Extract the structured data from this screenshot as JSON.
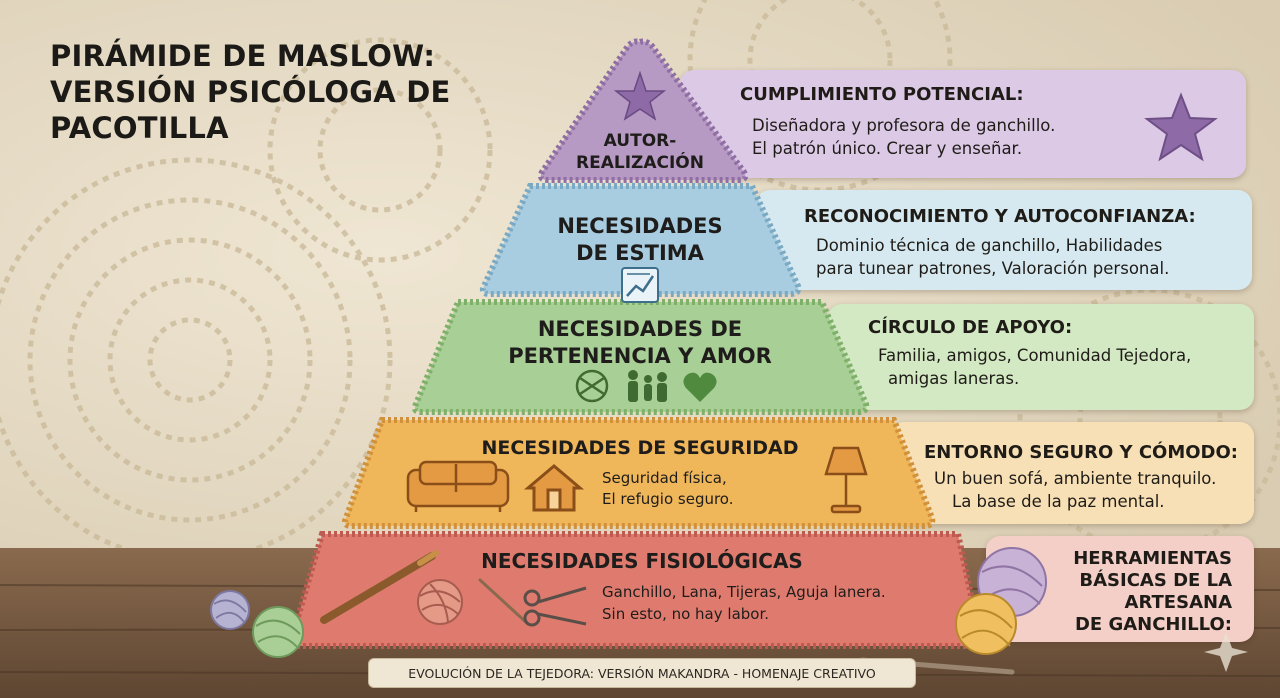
{
  "title": {
    "line1": "PIRÁMIDE DE MASLOW:",
    "line2": "VERSIÓN PSICÓLOGA DE",
    "line3": "PACOTILLA"
  },
  "tiers": {
    "self": {
      "line1": "AUTOR-",
      "line2": "REALIZACIÓN",
      "icon": "star-icon",
      "color": "#b79ac4"
    },
    "esteem": {
      "line1": "NECESIDADES",
      "line2": "DE ESTIMA",
      "icon": "chart-icon",
      "color": "#a9cde0"
    },
    "belonging": {
      "line1": "NECESIDADES DE",
      "line2": "PERTENENCIA Y AMOR",
      "icons": [
        "hands-icon",
        "family-icon",
        "heart-icon"
      ],
      "color": "#a8cf95"
    },
    "safety": {
      "heading": "NECESIDADES DE SEGURIDAD",
      "desc1": "Seguridad física,",
      "desc2": "El refugio seguro.",
      "icons": [
        "sofa-icon",
        "house-icon",
        "lamp-icon"
      ],
      "color": "#f0b65a"
    },
    "physio": {
      "heading": "NECESIDADES FISIOLÓGICAS",
      "desc1": "Ganchillo, Lana, Tijeras, Aguja lanera.",
      "desc2": "Sin esto, no hay labor.",
      "icons": [
        "crochet-hook-icon",
        "yarn-ball-icon",
        "needle-icon",
        "scissors-icon"
      ],
      "color": "#df7b6e"
    }
  },
  "panels": {
    "self": {
      "heading": "CUMPLIMIENTO POTENCIAL:",
      "line1": "Diseñadora y profesora de ganchillo.",
      "line2": "El patrón único. Crear y enseñar.",
      "color": "#dcc9e6"
    },
    "esteem": {
      "heading": "RECONOCIMIENTO Y AUTOCONFIANZA:",
      "line1": "Dominio técnica de ganchillo, Habilidades",
      "line2": "para tunear patrones, Valoración personal.",
      "color": "#d6e9f0"
    },
    "belonging": {
      "heading": "CÍRCULO DE APOYO:",
      "line1": "Familia, amigos, Comunidad Tejedora,",
      "line2": "amigas laneras.",
      "color": "#d3e9c4"
    },
    "safety": {
      "heading": "ENTORNO SEGURO Y CÓMODO:",
      "line1": "Un buen sofá, ambiente tranquilo.",
      "line2": "La base de la paz mental.",
      "color": "#f8e0b6"
    },
    "physio": {
      "line1": "HERRAMIENTAS",
      "line2": "BÁSICAS DE LA",
      "line3": "ARTESANA",
      "line4": "DE GANCHILLO:",
      "color": "#f3cfc8"
    }
  },
  "footer": "EVOLUCIÓN DE LA TEJEDORA: VERSIÓN MAKANDRA - HOMENAJE CREATIVO"
}
